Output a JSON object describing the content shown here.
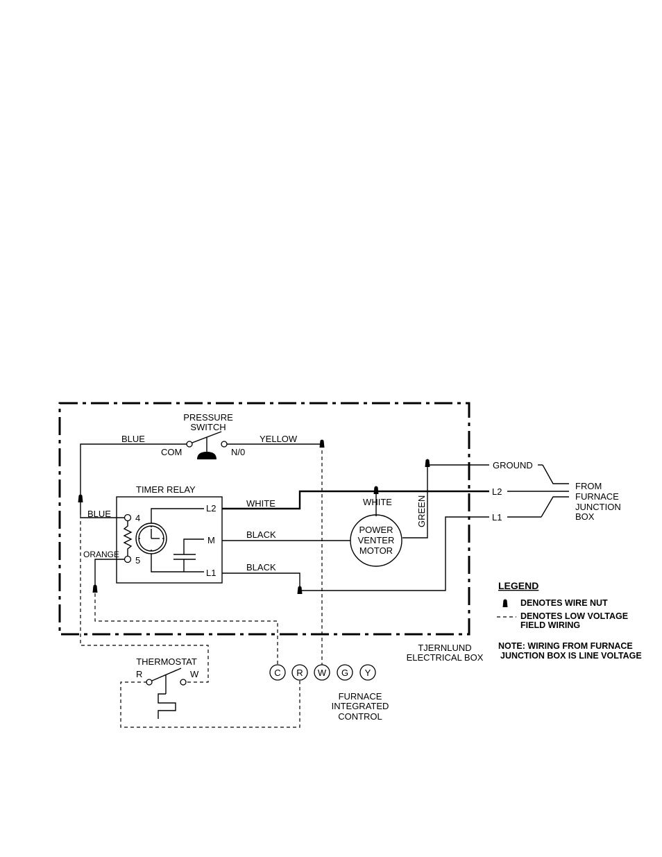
{
  "labels": {
    "pressure_switch_1": "PRESSURE",
    "pressure_switch_2": "SWITCH",
    "blue_top": "BLUE",
    "com": "COM",
    "no": "N/0",
    "yellow": "YELLOW",
    "timer_relay": "TIMER  RELAY",
    "blue_left": "BLUE",
    "orange": "ORANGE",
    "t4": "4",
    "t5": "5",
    "l2_relay": "L2",
    "m_relay": "M",
    "l1_relay": "L1",
    "white_wire": "WHITE",
    "black_wire_1": "BLACK",
    "black_wire_2": "BLACK",
    "white_motor": "WHITE",
    "green": "GREEN",
    "motor_1": "POWER",
    "motor_2": "VENTER",
    "motor_3": "MOTOR",
    "ground": "GROUND",
    "l2_line": "L2",
    "l1_line": "L1",
    "from_1": "FROM",
    "from_2": "FURNACE",
    "from_3": "JUNCTION",
    "from_4": "BOX",
    "thermostat": "THERMOSTAT",
    "th_r": "R",
    "th_w": "W",
    "tj_1": "TJERNLUND",
    "tj_2": "ELECTRICAL  BOX",
    "fic_1": "FURNACE",
    "fic_2": "INTEGRATED",
    "fic_3": "CONTROL"
  },
  "terminals": [
    "C",
    "R",
    "W",
    "G",
    "Y"
  ],
  "legend": {
    "title": "LEGEND",
    "wire_nut": "DENOTES WIRE NUT",
    "low_voltage_1": "DENOTES LOW VOLTAGE",
    "low_voltage_2": "FIELD WIRING",
    "note_1": "NOTE: WIRING FROM FURNACE",
    "note_2": "JUNCTION BOX IS LINE VOLTAGE"
  }
}
